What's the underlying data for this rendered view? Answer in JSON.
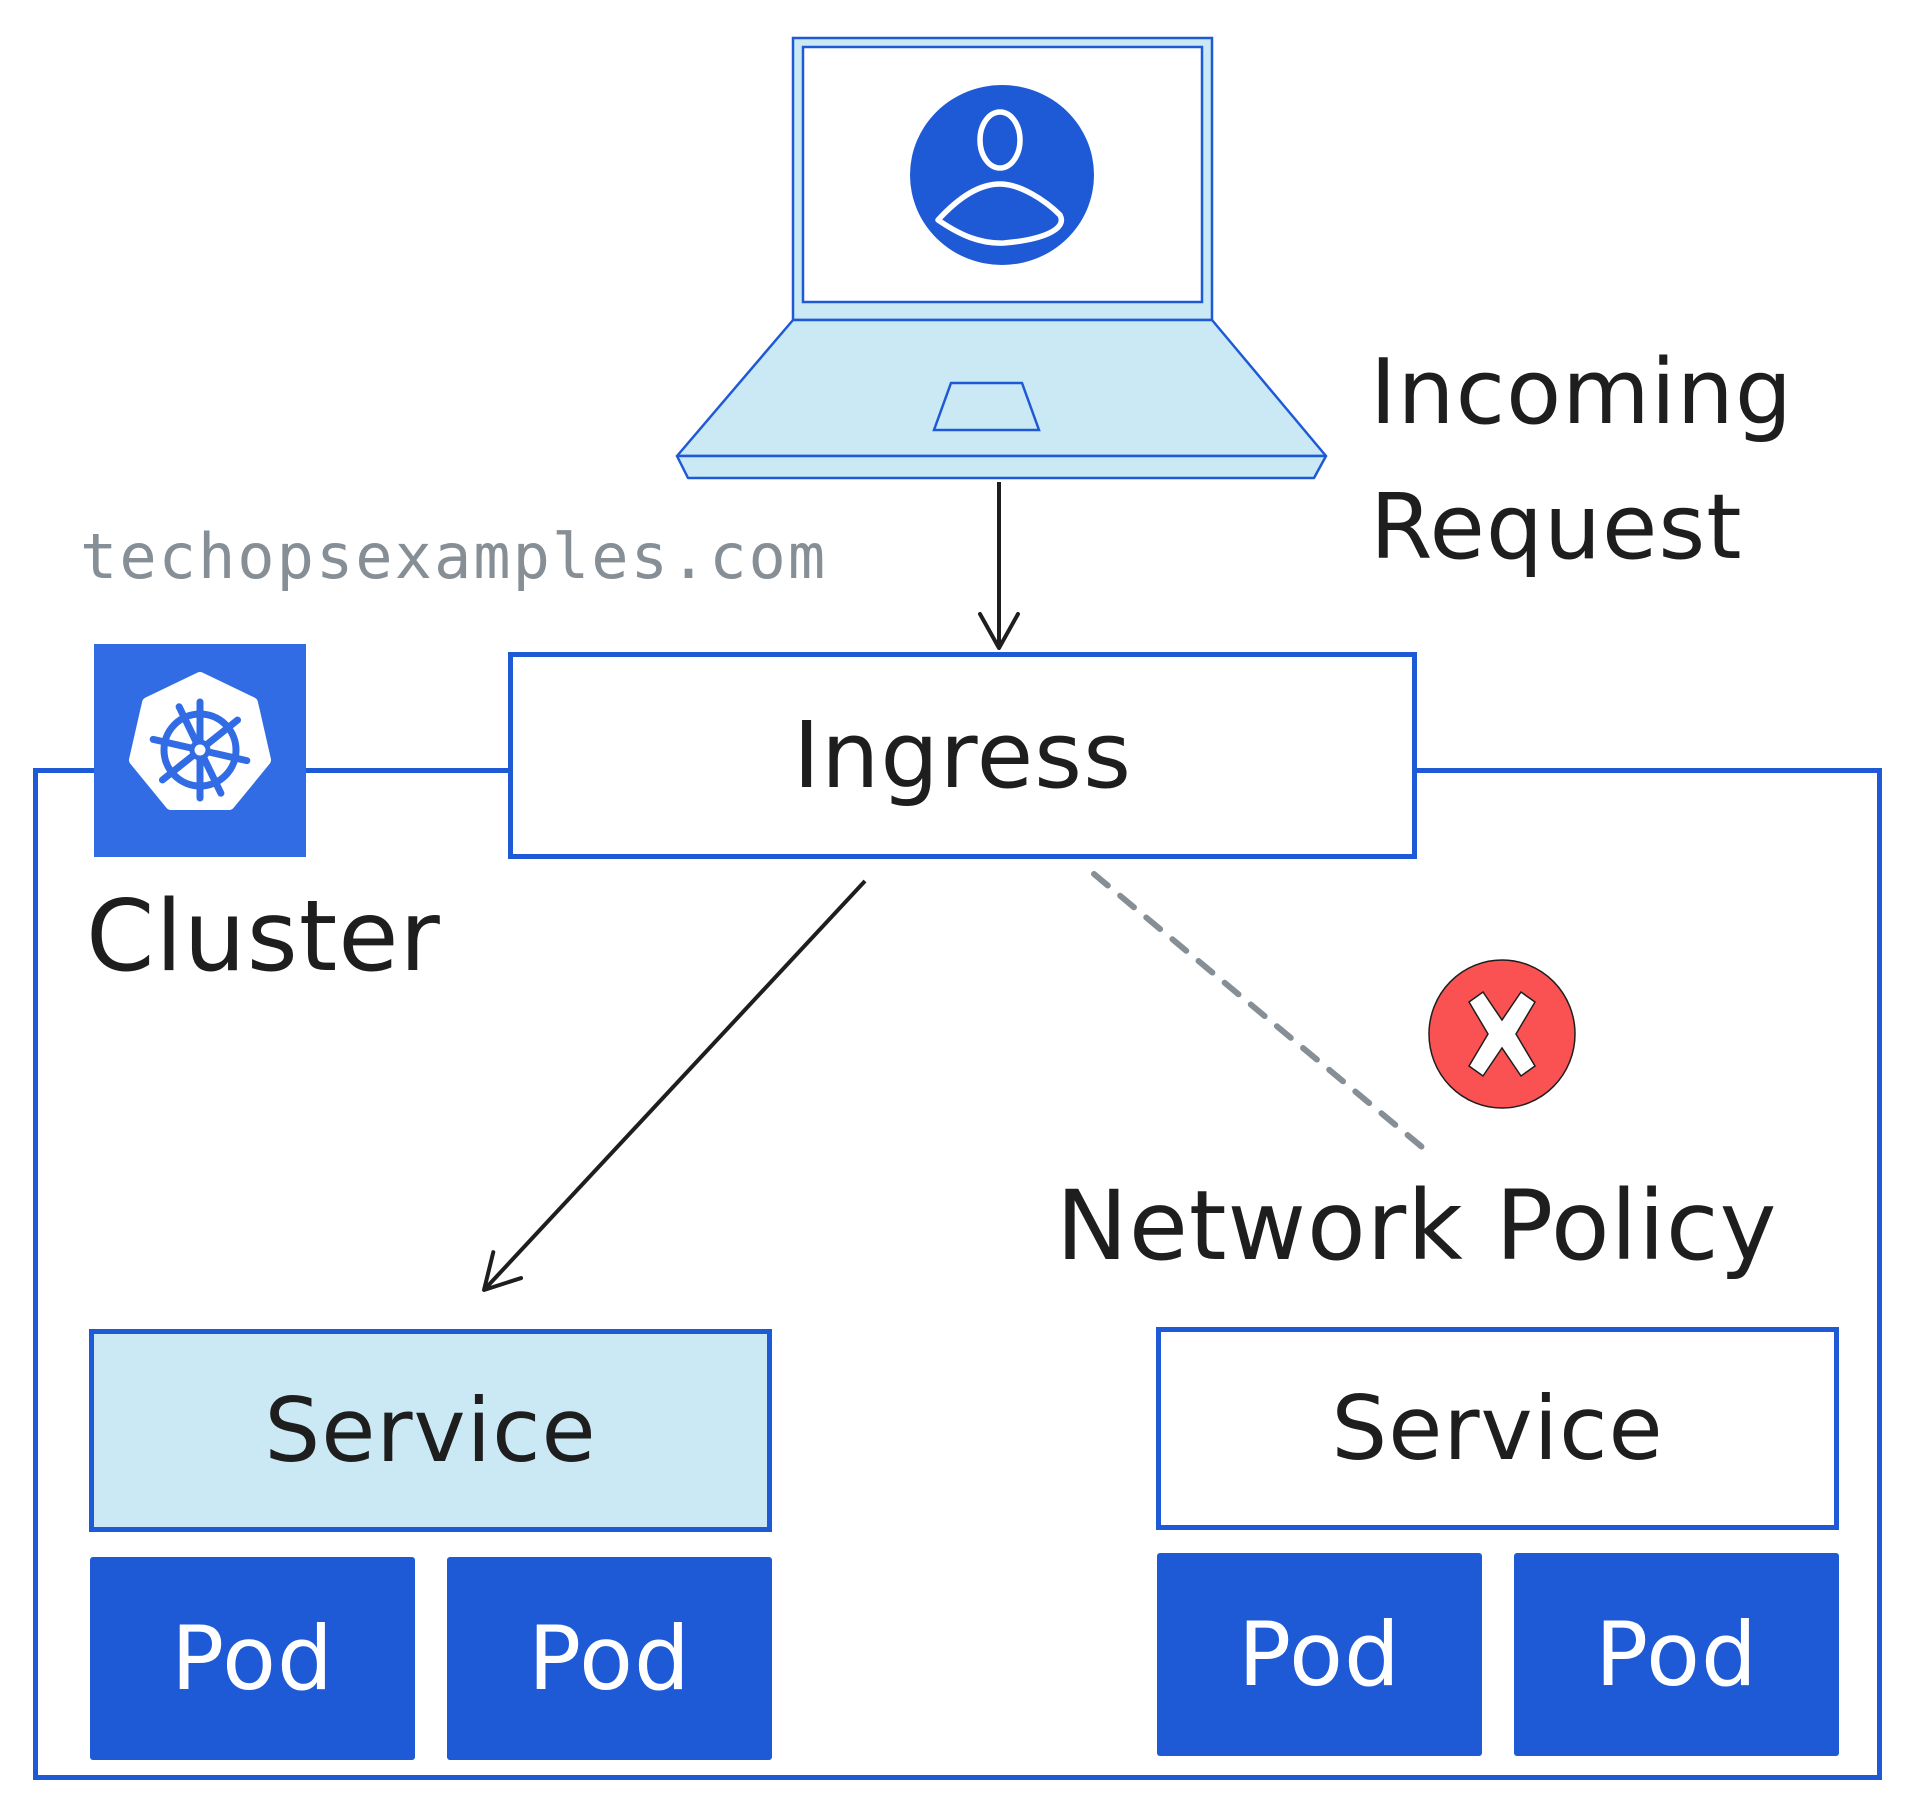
{
  "diagram": {
    "watermark": "techopsexamples.com",
    "client": {
      "label_line1": "Incoming",
      "label_line2": "Request",
      "icon": "laptop-user-icon"
    },
    "cluster": {
      "label": "Cluster",
      "logo_icon": "kubernetes-icon"
    },
    "ingress": {
      "label": "Ingress"
    },
    "allowed_path": {
      "service_label": "Service",
      "pods": [
        "Pod",
        "Pod"
      ]
    },
    "blocked_path": {
      "policy_label": "Network Policy",
      "block_icon": "red-x-icon",
      "service_label": "Service",
      "pods": [
        "Pod",
        "Pod"
      ]
    },
    "colors": {
      "primary_blue": "#1f5ad6",
      "k8s_blue": "#326ce5",
      "light_blue_fill": "#cbe9f4",
      "blocked_red": "#fa5252",
      "dashed_gray": "#868e96",
      "text_dark": "#1e1e1e"
    }
  }
}
